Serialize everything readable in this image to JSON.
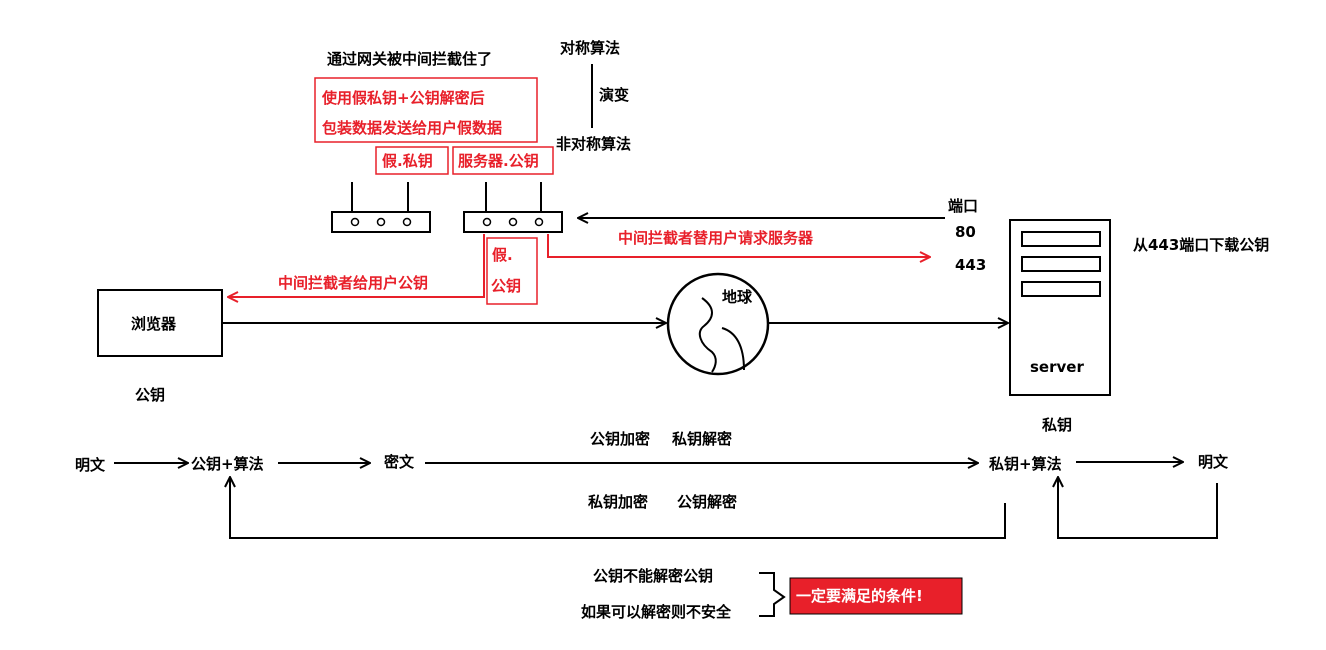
{
  "colors": {
    "accent_red": "#e8202a",
    "line": "#000000",
    "background": "#ffffff"
  },
  "top_notes": {
    "gateway_intercepted": "通过网关被中间拦截住了",
    "fake_decrypt_line1": "使用假私钥+公钥解密后",
    "fake_decrypt_line2": "包装数据发送给用户假数据",
    "fake_private_key": "假.私钥",
    "server_public_key": "服务器.公钥",
    "fake_public_key_1": "假.",
    "fake_public_key_2": "公钥"
  },
  "algorithm_evolution": {
    "symmetric": "对称算法",
    "evolution": "演变",
    "asymmetric": "非对称算法"
  },
  "network": {
    "mitm_requests_server": "中间拦截者替用户请求服务器",
    "mitm_gives_user_key": "中间拦截者给用户公钥",
    "port_label": "端口",
    "port_80": "80",
    "port_443": "443",
    "download_public_key": "从443端口下载公钥",
    "browser_label": "浏览器",
    "browser_key": "公钥",
    "globe_label": "地球",
    "server_label": "server",
    "server_key": "私钥"
  },
  "flow": {
    "plaintext_left": "明文",
    "public_algo": "公钥+算法",
    "ciphertext": "密文",
    "encrypt_public": "公钥加密",
    "decrypt_private": "私钥解密",
    "private_algo": "私钥+算法",
    "plaintext_right": "明文",
    "encrypt_private": "私钥加密",
    "decrypt_public": "公钥解密"
  },
  "conditions": {
    "line1": "公钥不能解密公钥",
    "line2": "如果可以解密则不安全",
    "must_satisfy": "一定要满足的条件!"
  }
}
